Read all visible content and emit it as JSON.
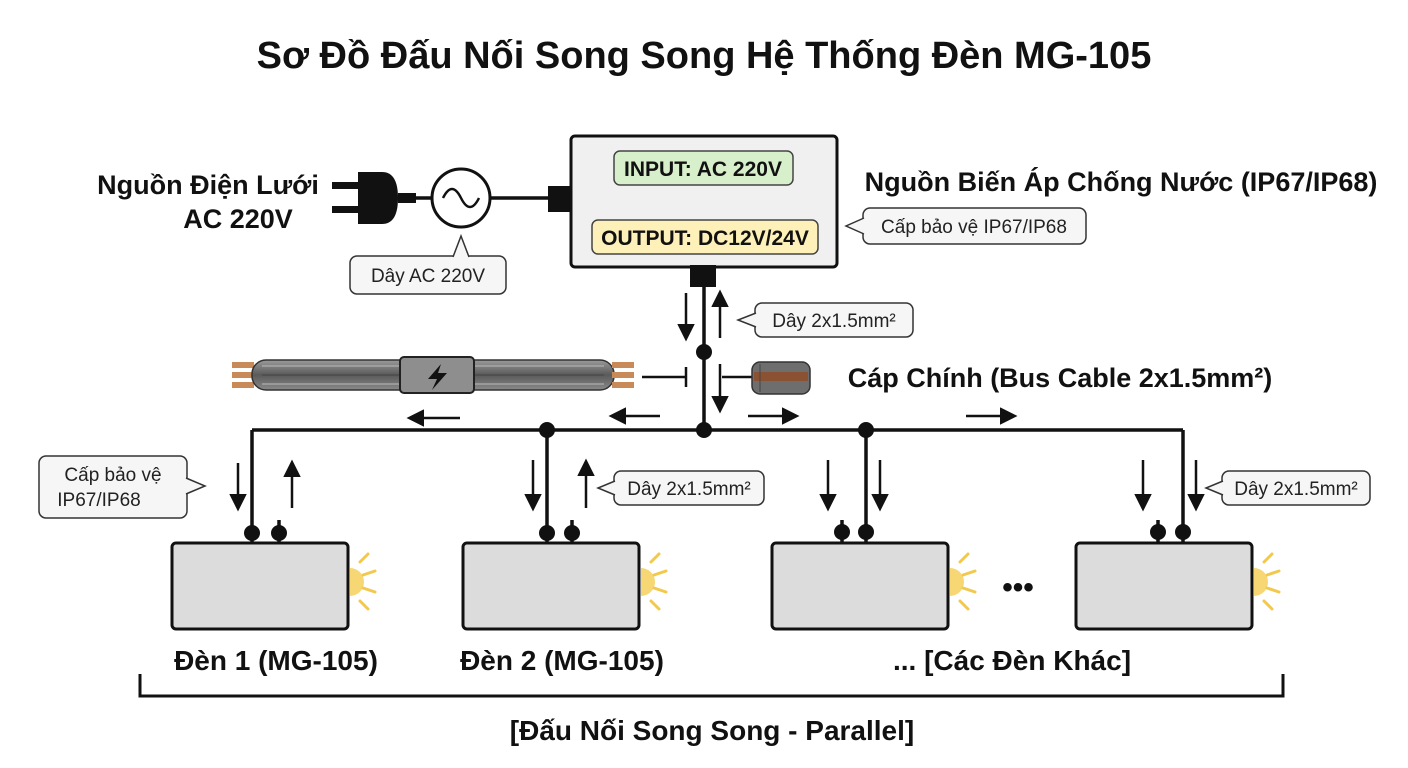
{
  "title": "Sơ Đồ Đấu Nối Song Song Hệ Thống Đèn MG-105",
  "source": {
    "line1": "Nguồn Điện Lưới",
    "line2": "AC 220V",
    "wire_label": "Dây  AC 220V"
  },
  "transformer": {
    "title": "Nguồn Biến Áp Chống Nước (IP67/IP68)",
    "input_label": "INPUT: AC 220V",
    "output_label": "OUTPUT: DC12V/24V",
    "protection_label": "Cấp bảo vệ IP67/IP68",
    "input_color": "#d8efcc",
    "output_color": "#fdf0b8"
  },
  "main_wire_label": "Dây 2x1.5mm²",
  "bus_cable_label": "Cáp Chính (Bus Cable 2x1.5mm²)",
  "lamp_protection": {
    "line1": "Cấp bảo vệ",
    "line2": "IP67/IP68"
  },
  "branch_wire_label_1": "Dây 2x1.5mm²",
  "branch_wire_label_2": "Dây 2x1.5mm²",
  "lamps": {
    "lamp1": "Đèn 1 (MG-105)",
    "lamp2": "Đèn 2 (MG-105)",
    "others": "... [Các Đèn Khác]"
  },
  "ellipsis": "•••",
  "footer": "[Đấu Nối Song Song - Parallel]",
  "icons": [
    "plug-icon",
    "ac-sine-icon",
    "lightning-icon",
    "light-rays-icon"
  ]
}
